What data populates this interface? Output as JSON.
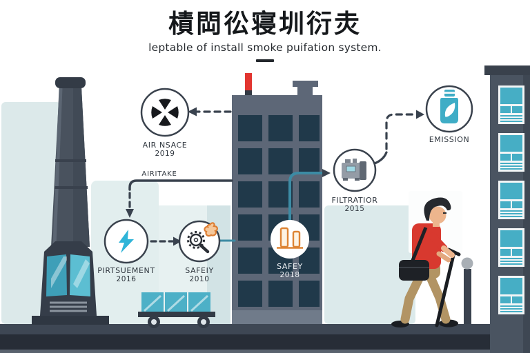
{
  "title": {
    "heading_cn": "樍閊彸寝圳衍灻",
    "subtitle": "leptable of install smoke puifation system."
  },
  "flow": {
    "fan": {
      "label": "AIR NSACE",
      "year": "2019"
    },
    "intake": {
      "label": "AIRITAKE"
    },
    "pressure": {
      "label": "PIRTSUEMENT",
      "year": "2016"
    },
    "inspection": {
      "label": "SAFEIY",
      "year": "2010"
    },
    "unit": {
      "label": "SAFEY",
      "year": "2018"
    },
    "filtration": {
      "label": "FILTRATIOR",
      "year": "2015"
    },
    "emission": {
      "label": "EMISSION"
    }
  },
  "icons": {
    "fan": "fan-icon",
    "pressure": "lightning-icon",
    "inspection": "gear-magnifier-flame-icon",
    "unit": "chimney-bars-icon",
    "filtration": "filter-device-icon",
    "emission": "bottle-leaf-icon"
  },
  "colors": {
    "accent_teal": "#4db0c7",
    "pipe_teal": "#3c8ba4",
    "line_dark": "#39424e",
    "building_gray": "#5d6777",
    "window_dark": "#20394a",
    "factory_dark": "#353d49",
    "red_pipe": "#e23530",
    "shirt_red": "#d8392f",
    "pants_tan": "#b29464",
    "bolt_blue": "#2fb4d8",
    "flame_orange": "#dd7d32",
    "bars_orange": "#dd8434",
    "silhouette_teal": "#dce9ea",
    "ground_sidewalk": "#3e4754",
    "ground_road": "#272d37"
  }
}
